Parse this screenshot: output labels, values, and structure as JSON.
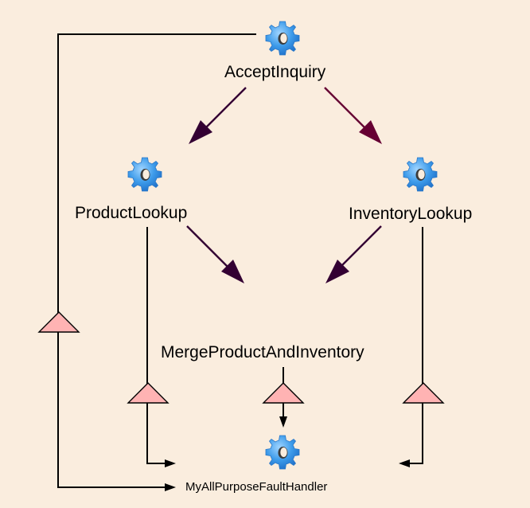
{
  "diagram": {
    "type": "workflow",
    "background_color": "#FAEDDE",
    "colors": {
      "flow_arrow_dark": "#330033",
      "flow_arrow_red": "#660033",
      "fault_line": "#000000",
      "fault_triangle_fill": "#FFB3B3",
      "gear_blue": "#3399EE"
    },
    "nodes": [
      {
        "id": "accept",
        "label": "AcceptInquiry",
        "icon": "gear-icon"
      },
      {
        "id": "product",
        "label": "ProductLookup",
        "icon": "gear-icon"
      },
      {
        "id": "inventory",
        "label": "InventoryLookup",
        "icon": "gear-icon"
      },
      {
        "id": "merge",
        "label": "MergeProductAndInventory",
        "icon": "none"
      },
      {
        "id": "fault",
        "label": "MyAllPurposeFaultHandler",
        "icon": "gear-icon"
      }
    ],
    "flow_edges": [
      {
        "from": "accept",
        "to": "product"
      },
      {
        "from": "accept",
        "to": "inventory"
      },
      {
        "from": "product",
        "to": "merge"
      },
      {
        "from": "inventory",
        "to": "merge"
      }
    ],
    "fault_edges": [
      {
        "from": "accept",
        "to": "fault"
      },
      {
        "from": "product",
        "to": "fault"
      },
      {
        "from": "merge",
        "to": "fault"
      },
      {
        "from": "inventory",
        "to": "fault"
      }
    ]
  }
}
